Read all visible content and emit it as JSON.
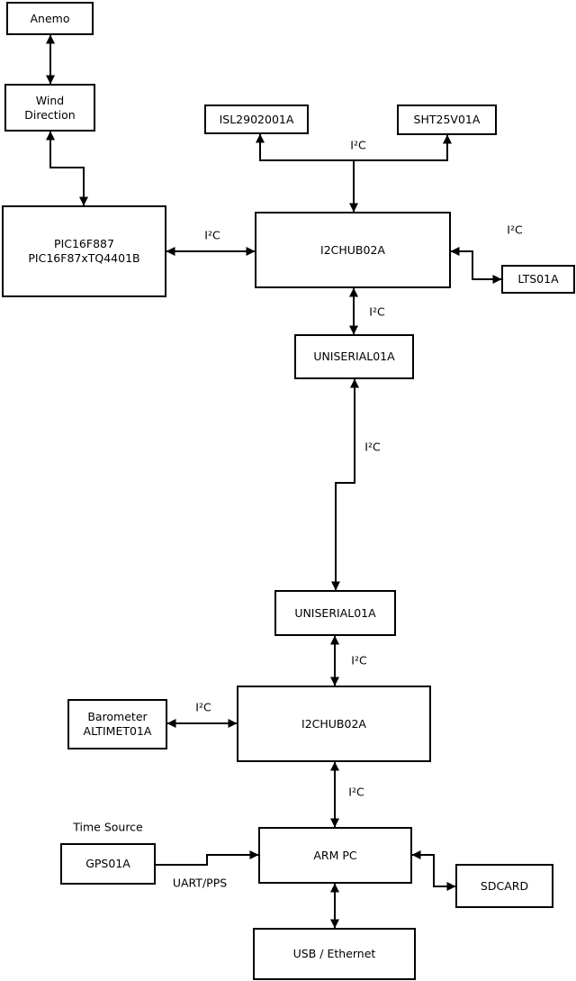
{
  "diagram": {
    "type": "block-diagram",
    "colors": {
      "line": "#000000",
      "box_fill": "#ffffff",
      "box_border": "#000000",
      "background": "#ffffff"
    },
    "nodes": [
      {
        "id": "anemo",
        "label": "Anemo"
      },
      {
        "id": "wind-direction",
        "label": "Wind\nDirection"
      },
      {
        "id": "pic",
        "label": "PIC16F887\nPIC16F87xTQ4401B"
      },
      {
        "id": "isl",
        "label": "ISL2902001A"
      },
      {
        "id": "sht",
        "label": "SHT25V01A"
      },
      {
        "id": "i2c-hub-1",
        "label": "I2CHUB02A"
      },
      {
        "id": "lts",
        "label": "LTS01A"
      },
      {
        "id": "uniserial-1",
        "label": "UNISERIAL01A"
      },
      {
        "id": "uniserial-2",
        "label": "UNISERIAL01A"
      },
      {
        "id": "i2c-hub-2",
        "label": "I2CHUB02A"
      },
      {
        "id": "barometer",
        "label": "Barometer\nALTIMET01A"
      },
      {
        "id": "gps",
        "label": "GPS01A"
      },
      {
        "id": "arm-pc",
        "label": "ARM PC"
      },
      {
        "id": "sdcard",
        "label": "SDCARD"
      },
      {
        "id": "usb-ethernet",
        "label": "USB / Ethernet"
      }
    ],
    "edge_labels": {
      "bus_top": "I²C",
      "pic_hub1": "I²C",
      "hub1_lts": "I²C",
      "hub1_uniserial1": "I²C",
      "uniserial1_uniserial2": "I²C",
      "uniserial2_hub2": "I²C",
      "barometer_hub2": "I²C",
      "hub2_armpc": "I²C",
      "gps_armpc": "UART/PPS",
      "gps_caption": "Time Source"
    }
  }
}
